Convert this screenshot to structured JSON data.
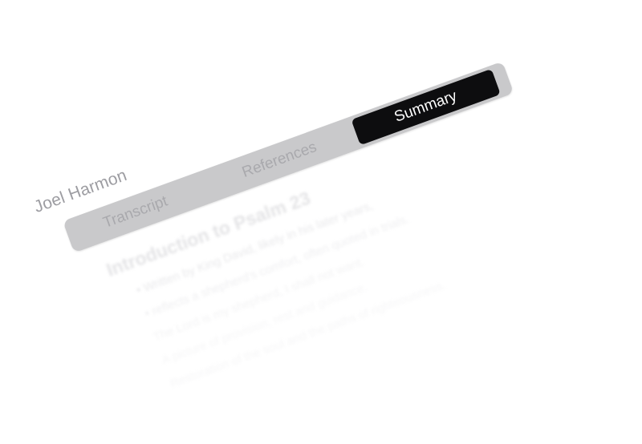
{
  "header": {
    "author": "Joel Harmon"
  },
  "tabs": [
    {
      "label": "Transcript",
      "active": false
    },
    {
      "label": "References",
      "active": false
    },
    {
      "label": "Summary",
      "active": true
    }
  ],
  "summary": {
    "heading": "Introduction to Psalm 23",
    "bullets": [
      "•  Written by King David, likely in his later years,",
      "•  reflects a shepherd's comfort, often quoted in trials.",
      "The Lord is my shepherd, I shall not want.",
      "A picture of provision, rest and guidance.",
      "Restoration of the soul and the paths of righteousness."
    ]
  },
  "colors": {
    "tab_active_bg": "#0d0d0f",
    "tabbar_bg": "#c9c9cb",
    "tab_inactive_text": "#a9a9ad"
  }
}
